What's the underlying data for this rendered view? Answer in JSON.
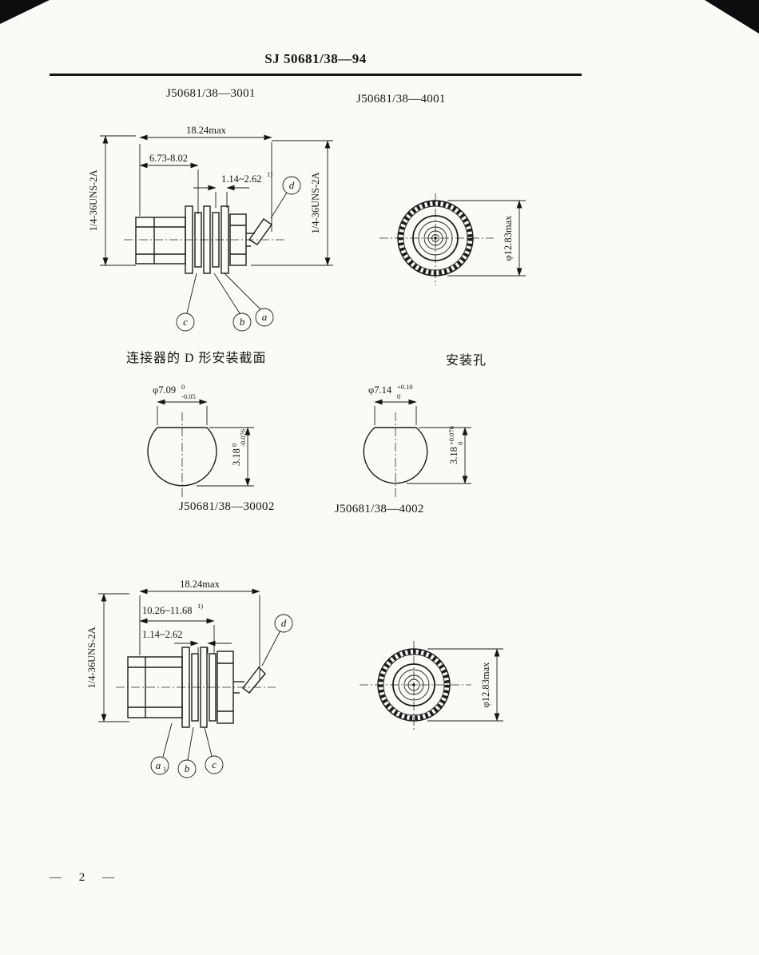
{
  "page": {
    "header": "SJ 50681/38—94",
    "page_number": "— 2 —"
  },
  "labels": {
    "top_left": "J50681/38—3001",
    "top_right": "J50681/38—4001",
    "section_caption_left": "连接器的 D 形安装截面",
    "section_caption_right": "安装孔",
    "bottom_left": "J50681/38—30002",
    "bottom_right": "J50681/38—4002"
  },
  "drawing_3001": {
    "dim_overall": "18.24max",
    "dim_body": "6.73-8.02",
    "dim_gap": "1.14~2.62",
    "dim_gap_note": "1)",
    "thread_left": "1/4-36UNS-2A",
    "thread_right": "1/4-36UNS-2A",
    "callout_a": "a",
    "callout_b": "b",
    "callout_c": "c",
    "callout_d": "d"
  },
  "front_4001": {
    "dim_diameter": "φ12.83max"
  },
  "section_d": {
    "dia": "φ7.09",
    "dia_sup": "0",
    "dia_sub": "-0.05",
    "height": "3.18",
    "height_sup": "0",
    "height_sub": "-0.076"
  },
  "mount_hole": {
    "dia": "φ7.14",
    "dia_sub": "0",
    "dia_sup": "+0.10",
    "height": "3.18",
    "height_sub": "0",
    "height_sup": "+0.076"
  },
  "drawing_30002": {
    "dim_overall": "18.24max",
    "dim_mid": "10.26~11.68",
    "dim_mid_note": "1)",
    "dim_gap": "1.14~2.62",
    "thread_left": "1/4-36UNS-2A",
    "callout_a_base": "a",
    "callout_a_sub": "1",
    "callout_b": "b",
    "callout_c": "c",
    "callout_d": "d"
  },
  "front_4002": {
    "dim_diameter": "φ12.83max"
  }
}
